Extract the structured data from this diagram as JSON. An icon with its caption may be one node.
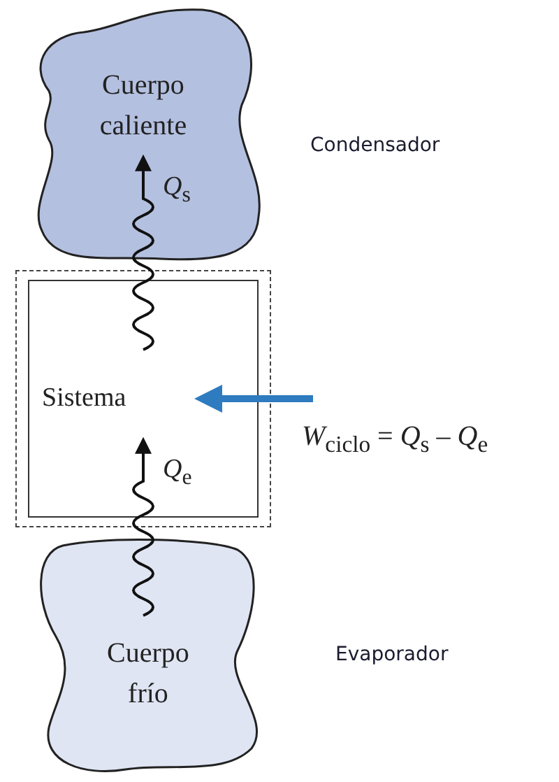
{
  "diagram": {
    "nodes": [
      {
        "text": [
          "Cuerpo caliente"
        ]
      },
      {
        "text": [
          "Sistema"
        ]
      },
      {
        "text": [
          "*W*$_{ciclo}$ = *Q*$_{s}$ – *Q*$_{e}$"
        ]
      },
      {
        "text": [
          "Cuerpo frío"
        ]
      }
    ],
    "labels": [
      "Condensador",
      "Evaporador"
    ],
    "edges": [
      {
        "from": 1,
        "to": 0,
        "arrow": "to",
        "label": "*Q*$_{s}$"
      },
      {
        "from": 3,
        "to": 1,
        "arrow": "to",
        "label": "*Q*$_{e}$"
      },
      {
        "from": 2,
        "to": 1,
        "arrow": "to",
        "style": "thick",
        "color": "#2e7bbf"
      }
    ]
  }
}
